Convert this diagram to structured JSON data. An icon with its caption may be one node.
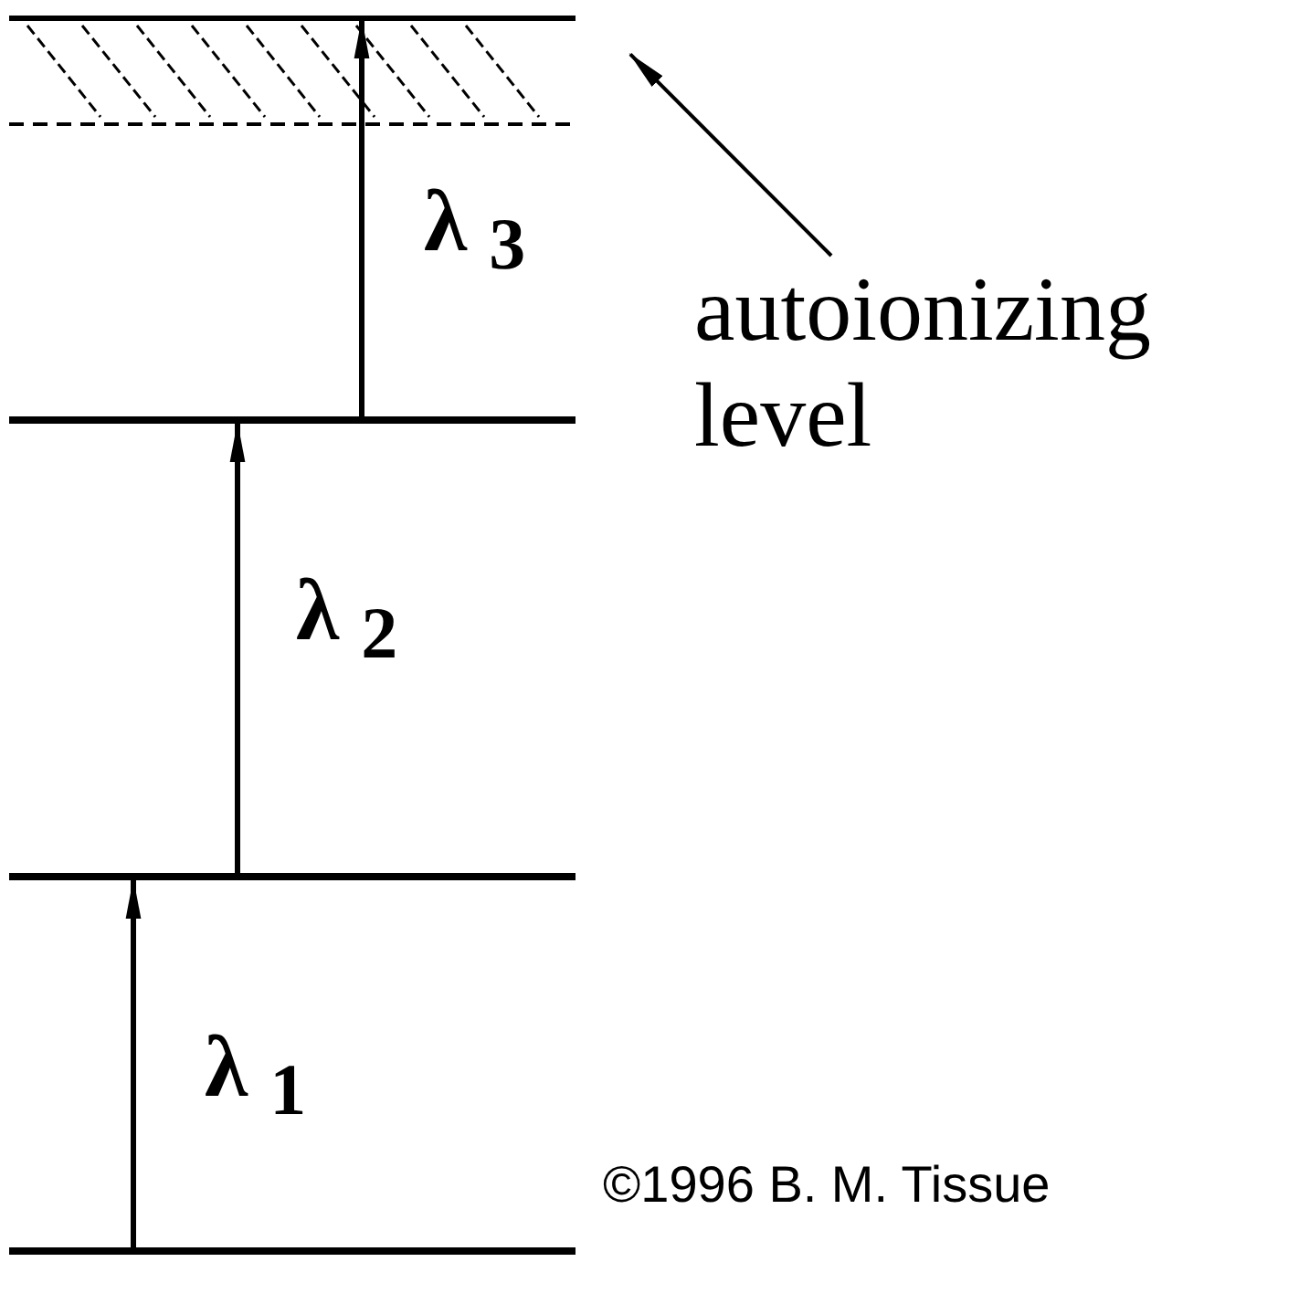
{
  "diagram": {
    "nodes": [
      {
        "text": [],
        "shape": "bar"
      },
      {
        "text": [],
        "shape": "bar"
      },
      {
        "text": [],
        "shape": "bar"
      },
      {
        "text": [],
        "shape": "bar"
      },
      {
        "text": [
          "autoionizing level"
        ]
      }
    ],
    "edges": [
      {
        "from": 3,
        "to": 2,
        "arrow": "to",
        "label": "λ$_{1}$"
      },
      {
        "from": 2,
        "to": 1,
        "arrow": "to",
        "label": "λ$_{2}$"
      },
      {
        "from": 1,
        "to": 0,
        "arrow": "to",
        "label": "λ$_{3}$"
      },
      {
        "from": 4,
        "to": 0,
        "arrow": "to"
      }
    ],
    "labels": [
      "©1996 B. M. Tissue"
    ]
  }
}
